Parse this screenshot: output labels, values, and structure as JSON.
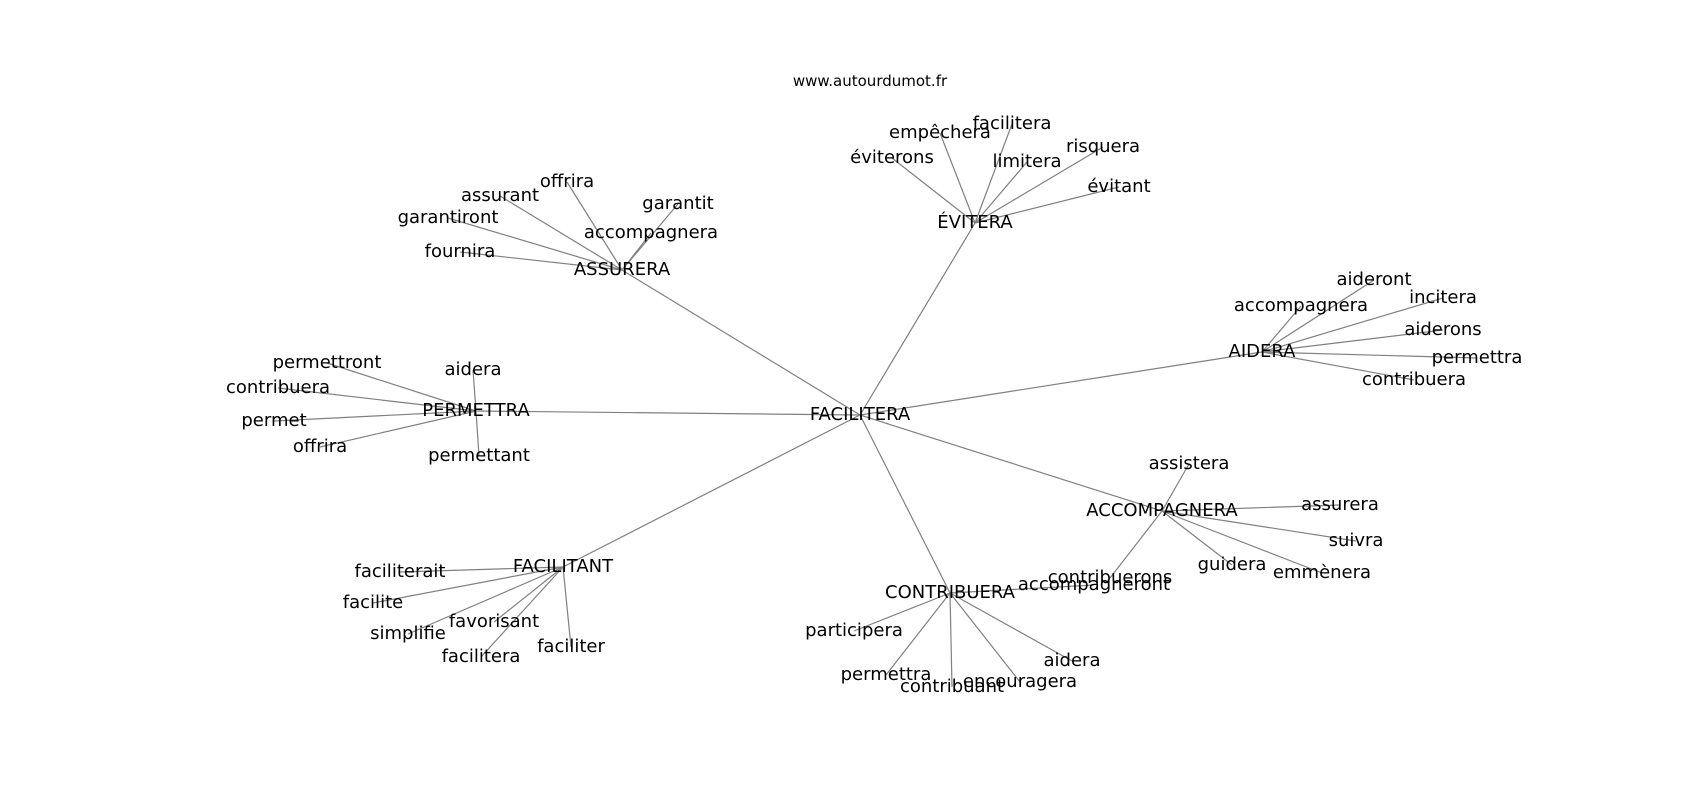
{
  "site_label": "www.autourdumot.fr",
  "center": "FACILITERA",
  "clusters": [
    {
      "hub": "ÉVITERA",
      "leaves": [
        "empêchera",
        "facilitera",
        "éviterons",
        "limitera",
        "risquera",
        "évitant"
      ]
    },
    {
      "hub": "ASSURERA",
      "leaves": [
        "offrira",
        "assurant",
        "garantiront",
        "fournira",
        "garantit",
        "accompagnera"
      ]
    },
    {
      "hub": "AIDERA",
      "leaves": [
        "aideront",
        "accompagnera",
        "incitera",
        "aiderons",
        "permettra",
        "contribuera"
      ]
    },
    {
      "hub": "PERMETTRA",
      "leaves": [
        "permettront",
        "aidera",
        "contribuera",
        "permet",
        "offrira",
        "permettant"
      ]
    },
    {
      "hub": "ACCOMPAGNERA",
      "leaves": [
        "assistera",
        "assurera",
        "suivra",
        "emmènera",
        "guidera",
        "contribuerons"
      ]
    },
    {
      "hub": "FACILITANT",
      "leaves": [
        "faciliterait",
        "facilite",
        "favorisant",
        "simplifie",
        "facilitera",
        "faciliter"
      ]
    },
    {
      "hub": "CONTRIBUERA",
      "leaves": [
        "accompagneront",
        "participera",
        "aidera",
        "permettra",
        "contribuant",
        "encouragera"
      ]
    }
  ]
}
